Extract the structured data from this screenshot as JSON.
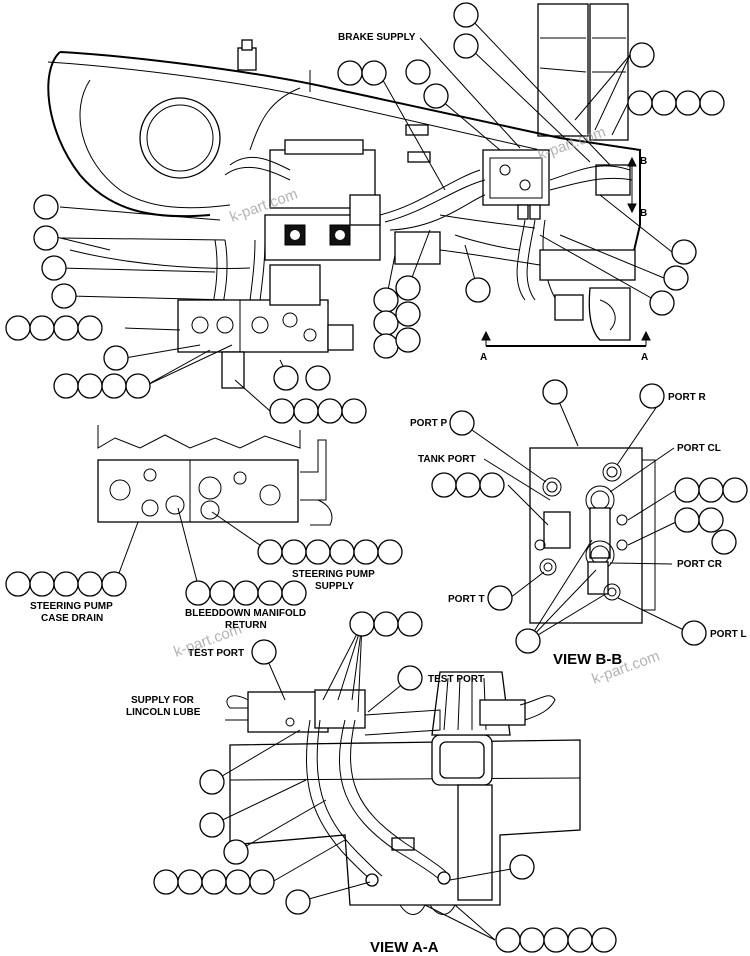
{
  "labels": {
    "brake_supply": "BRAKE SUPPLY",
    "b_top": "B",
    "b_bottom": "B",
    "a_left": "A",
    "a_right": "A",
    "port_p": "PORT P",
    "port_r": "PORT R",
    "tank_port": "TANK PORT",
    "port_cl": "PORT CL",
    "port_cr": "PORT CR",
    "port_t": "PORT T",
    "port_l": "PORT L",
    "view_bb": "VIEW B-B",
    "steering_pump_case_drain_1": "STEERING PUMP",
    "steering_pump_case_drain_2": "CASE DRAIN",
    "bleeddown_return_1": "BLEEDDOWN MANIFOLD",
    "bleeddown_return_2": "RETURN",
    "steering_pump_supply_1": "STEERING PUMP",
    "steering_pump_supply_2": "SUPPLY",
    "test_port_left": "TEST PORT",
    "test_port_right": "TEST PORT",
    "lincoln_lube_1": "SUPPLY FOR",
    "lincoln_lube_2": "LINCOLN LUBE",
    "view_aa": "VIEW A-A"
  },
  "watermark": "k-part.com",
  "colors": {
    "line": "#000000",
    "background": "#ffffff",
    "watermark": "#9a9a9a"
  }
}
